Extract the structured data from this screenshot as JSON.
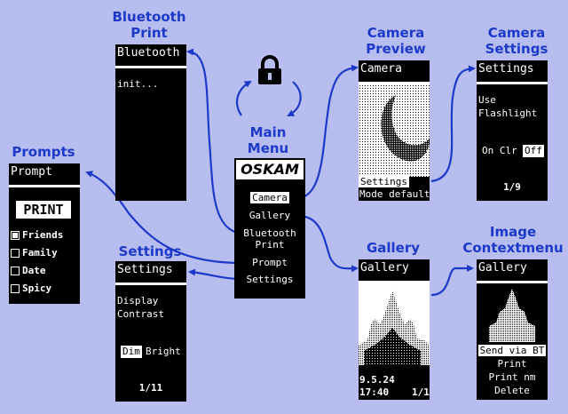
{
  "captions": {
    "bluetooth": "Bluetooth\nPrint",
    "camera_preview": "Camera\nPreview",
    "camera_settings": "Camera\nSettings",
    "prompts": "Prompts",
    "main_menu": "Main\nMenu",
    "settings": "Settings",
    "gallery": "Gallery",
    "image_context": "Image\nContextmenu"
  },
  "bluetooth_screen": {
    "title": "Bluetooth",
    "status": "init..."
  },
  "camera_screen": {
    "title": "Camera",
    "menu_settings": "Settings",
    "menu_mode": "Mode default"
  },
  "camera_settings_screen": {
    "title": "Settings",
    "line1": "Use",
    "line2": "Flashlight",
    "label": "On Clr",
    "value": "Off",
    "page": "1/9"
  },
  "prompts_screen": {
    "title": "Prompt",
    "print_label": "PRINT",
    "options": [
      {
        "label": "Friends",
        "checked": true
      },
      {
        "label": "Family",
        "checked": false
      },
      {
        "label": "Date",
        "checked": false
      },
      {
        "label": "Spicy",
        "checked": false
      }
    ]
  },
  "main_menu_screen": {
    "logo": "OSKAM",
    "items": [
      "Camera",
      "Gallery",
      "Bluetooth\nPrint",
      "Prompt",
      "Settings"
    ],
    "selected_index": 0
  },
  "settings_screen": {
    "title": "Settings",
    "line1": "Display",
    "line2": "Contrast",
    "opt_selected": "Dim",
    "opt_other": "Bright",
    "page": "1/11"
  },
  "gallery_screen": {
    "title": "Gallery",
    "date": "9.5.24",
    "time": "17:40",
    "page": "1/1"
  },
  "image_context_screen": {
    "title": "Gallery",
    "items": [
      "Send via BT",
      "Print",
      "Print nm",
      "Delete"
    ],
    "selected_index": 0
  },
  "icons": {
    "lock": "lock-icon"
  },
  "colors": {
    "background": "#b7bdee",
    "accent": "#1d39c9",
    "screen": "#000000"
  }
}
